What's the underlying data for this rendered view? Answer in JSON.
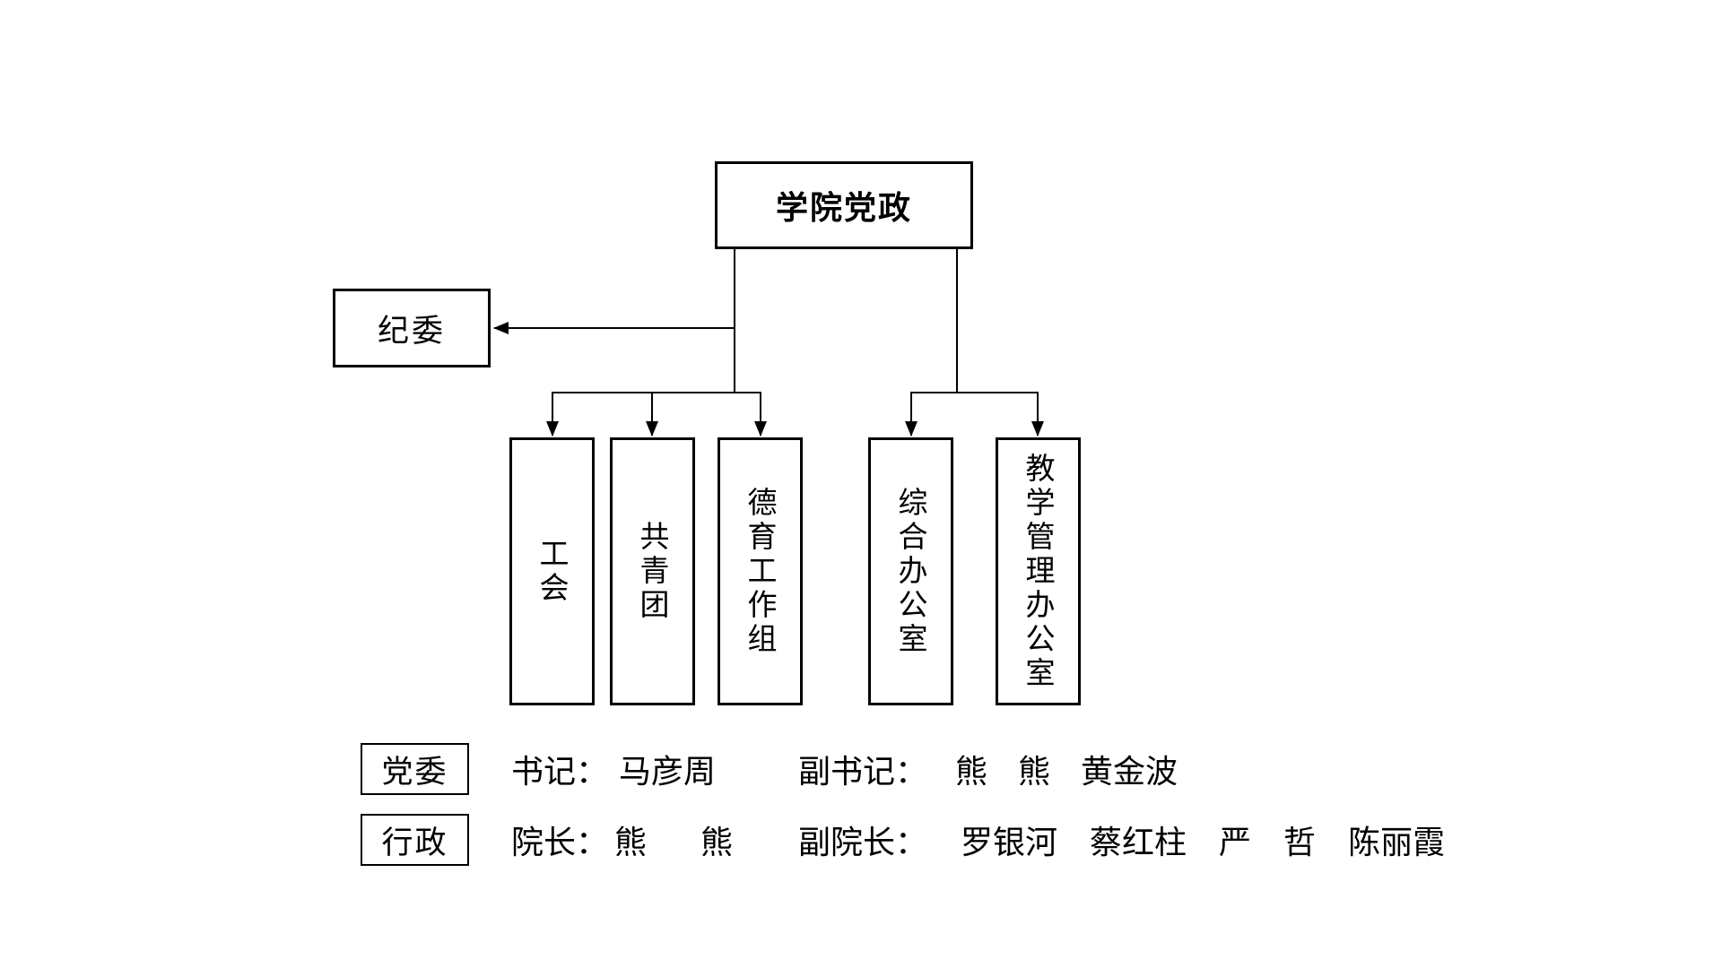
{
  "page": {
    "background_color": "#ffffff",
    "line_color": "#000000"
  },
  "org_chart": {
    "root": {
      "label": "学院党政"
    },
    "discipline": {
      "label": "纪委"
    },
    "departments": [
      {
        "label": "工会"
      },
      {
        "label": "共青团"
      },
      {
        "label": "德育工作组"
      },
      {
        "label": "综合办公室"
      },
      {
        "label": "教学管理办公室"
      }
    ],
    "legend": [
      {
        "category": "党委",
        "entries": [
          {
            "role": "书记：",
            "names": [
              "马彦周"
            ]
          },
          {
            "role": "副书记：",
            "names": [
              "熊",
              "熊",
              "黄金波"
            ]
          }
        ]
      },
      {
        "category": "行政",
        "entries": [
          {
            "role": "院长：",
            "names": [
              "熊",
              "熊"
            ]
          },
          {
            "role": "副院长：",
            "names": [
              "罗银河",
              "蔡红柱",
              "严",
              "哲",
              "陈丽霞"
            ]
          }
        ]
      }
    ]
  }
}
